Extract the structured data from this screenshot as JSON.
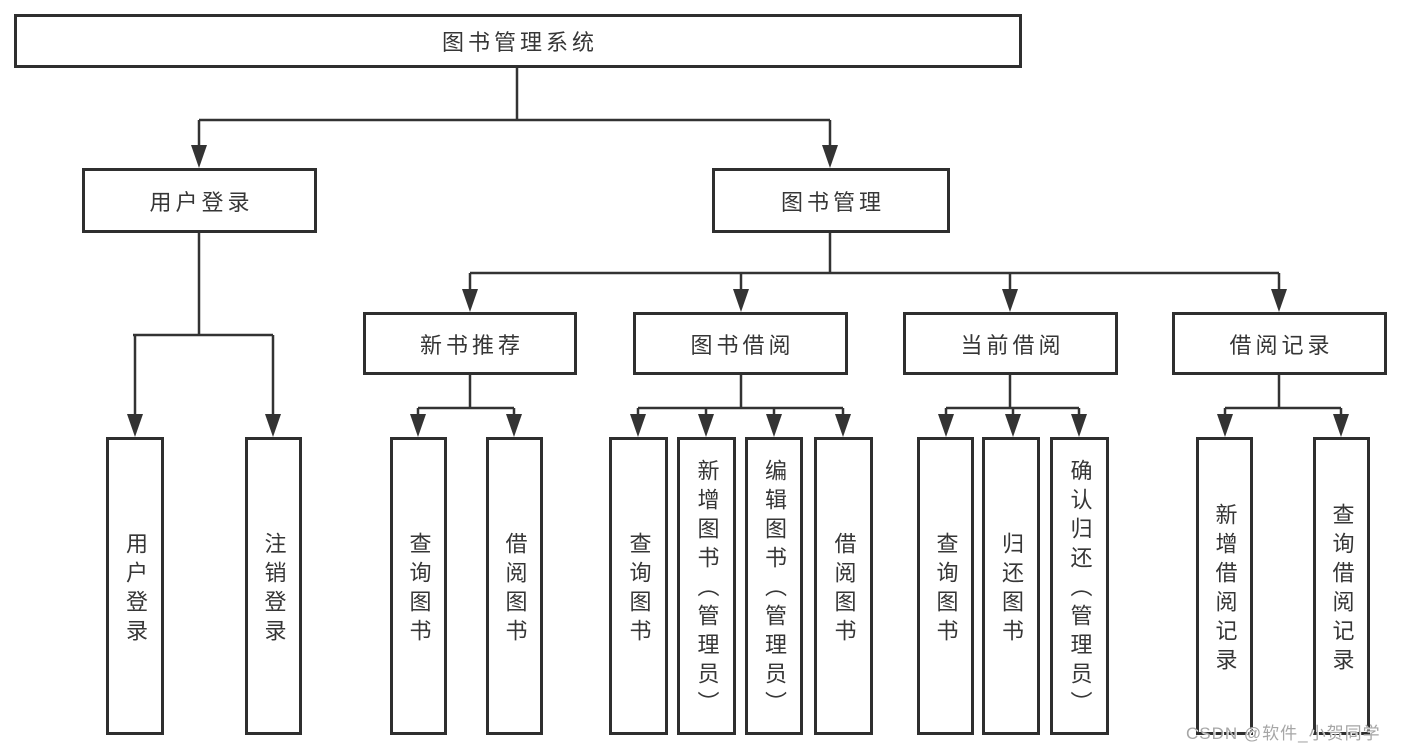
{
  "diagram": {
    "root": {
      "label": "图书管理系统"
    },
    "branches": [
      {
        "label": "用户登录",
        "children": [
          {
            "label": "用户登录"
          },
          {
            "label": "注销登录"
          }
        ]
      },
      {
        "label": "图书管理",
        "children": [
          {
            "label": "新书推荐",
            "children": [
              {
                "label": "查询图书"
              },
              {
                "label": "借阅图书"
              }
            ]
          },
          {
            "label": "图书借阅",
            "children": [
              {
                "label": "查询图书"
              },
              {
                "label": "新增图书（管理员）"
              },
              {
                "label": "编辑图书（管理员）"
              },
              {
                "label": "借阅图书"
              }
            ]
          },
          {
            "label": "当前借阅",
            "children": [
              {
                "label": "查询图书"
              },
              {
                "label": "归还图书"
              },
              {
                "label": "确认归还（管理员）"
              }
            ]
          },
          {
            "label": "借阅记录",
            "children": [
              {
                "label": "新增借阅记录"
              },
              {
                "label": "查询借阅记录"
              }
            ]
          }
        ]
      }
    ]
  },
  "watermark": {
    "text": "CSDN @软件_小贺同学"
  },
  "colors": {
    "line": "#333333",
    "box_border": "#2f2f2f",
    "text": "#363636",
    "background": "#ffffff",
    "watermark": "#a6a6a6"
  }
}
